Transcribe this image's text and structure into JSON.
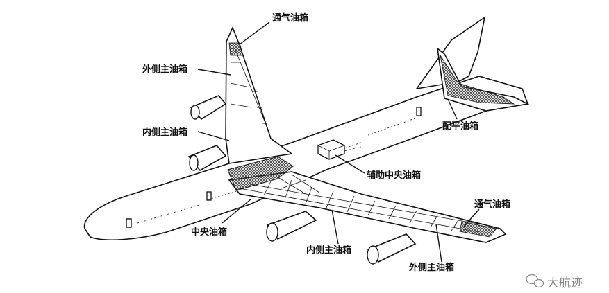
{
  "labels": {
    "vent_tank_top": "通气油箱",
    "outer_main_tank_left": "外侧主油箱",
    "inner_main_tank_left": "内侧主油箱",
    "trim_tank": "配平油箱",
    "aux_center_tank": "辅助中央油箱",
    "center_tank": "中央油箱",
    "vent_tank_right": "通气油箱",
    "inner_main_tank_right": "内侧主油箱",
    "outer_main_tank_right": "外侧主油箱"
  },
  "watermark": {
    "text": "大航迹",
    "icon": "wechat-icon"
  },
  "colors": {
    "ink": "#111111",
    "hatch": "#333333",
    "watermark": "#888888"
  }
}
